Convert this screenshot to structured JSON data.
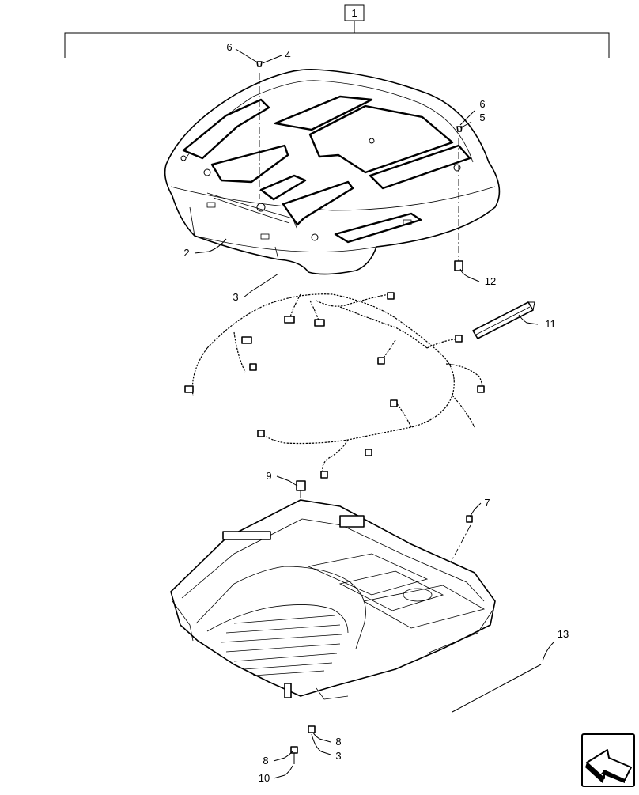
{
  "callouts": {
    "assembly": "1",
    "c2": "2",
    "c3a": "3",
    "c3b": "3",
    "c4": "4",
    "c5": "5",
    "c6a": "6",
    "c6b": "6",
    "c7": "7",
    "c8a": "8",
    "c8b": "8",
    "c9": "9",
    "c10": "10",
    "c11": "11",
    "c12": "12",
    "c13": "13"
  },
  "icons": {
    "navigation": "page-navigation-arrow-icon"
  }
}
